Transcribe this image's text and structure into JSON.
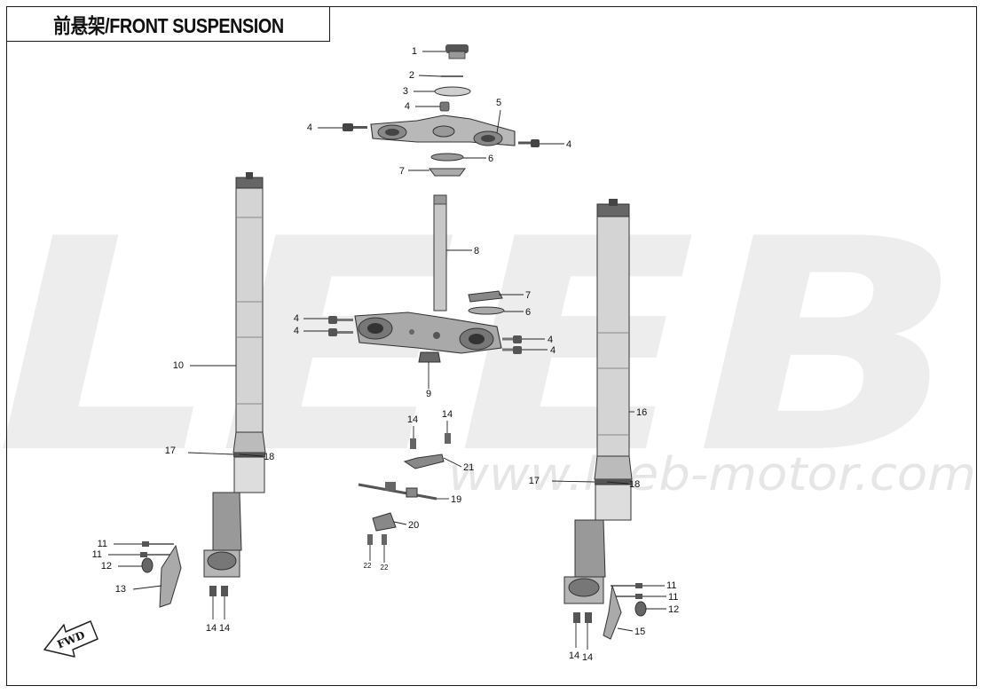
{
  "title": "前悬架/FRONT SUSPENSION",
  "watermark": {
    "logo_text": "LEEB",
    "url_text": "www.leeb-motor.com"
  },
  "direction_arrow": {
    "text": "FWD"
  },
  "colors": {
    "frame": "#1a1a1a",
    "part_fill": "#bdbdbd",
    "part_dark": "#555555",
    "watermark": "#ededed"
  },
  "callouts": [
    {
      "id": "c1",
      "label": "1"
    },
    {
      "id": "c2",
      "label": "2"
    },
    {
      "id": "c3",
      "label": "3"
    },
    {
      "id": "c4a",
      "label": "4"
    },
    {
      "id": "c5",
      "label": "5"
    },
    {
      "id": "c4b",
      "label": "4"
    },
    {
      "id": "c4c",
      "label": "4"
    },
    {
      "id": "c6a",
      "label": "6"
    },
    {
      "id": "c7a",
      "label": "7"
    },
    {
      "id": "c8",
      "label": "8"
    },
    {
      "id": "c7b",
      "label": "7"
    },
    {
      "id": "c6b",
      "label": "6"
    },
    {
      "id": "c4d",
      "label": "4"
    },
    {
      "id": "c4e",
      "label": "4"
    },
    {
      "id": "c4f",
      "label": "4"
    },
    {
      "id": "c4g",
      "label": "4"
    },
    {
      "id": "c9",
      "label": "9"
    },
    {
      "id": "c10",
      "label": "10"
    },
    {
      "id": "c17a",
      "label": "17"
    },
    {
      "id": "c18a",
      "label": "18"
    },
    {
      "id": "c11a",
      "label": "11"
    },
    {
      "id": "c11b",
      "label": "11"
    },
    {
      "id": "c12a",
      "label": "12"
    },
    {
      "id": "c13",
      "label": "13"
    },
    {
      "id": "c14a",
      "label": "14"
    },
    {
      "id": "c14b",
      "label": "14"
    },
    {
      "id": "c14c",
      "label": "14"
    },
    {
      "id": "c14d",
      "label": "14"
    },
    {
      "id": "c21",
      "label": "21"
    },
    {
      "id": "c19",
      "label": "19"
    },
    {
      "id": "c20",
      "label": "20"
    },
    {
      "id": "c22a",
      "label": "22"
    },
    {
      "id": "c22b",
      "label": "22"
    },
    {
      "id": "c16",
      "label": "16"
    },
    {
      "id": "c17b",
      "label": "17"
    },
    {
      "id": "c18b",
      "label": "18"
    },
    {
      "id": "c11c",
      "label": "11"
    },
    {
      "id": "c11d",
      "label": "11"
    },
    {
      "id": "c12b",
      "label": "12"
    },
    {
      "id": "c15",
      "label": "15"
    },
    {
      "id": "c14e",
      "label": "14"
    },
    {
      "id": "c14f",
      "label": "14"
    }
  ]
}
